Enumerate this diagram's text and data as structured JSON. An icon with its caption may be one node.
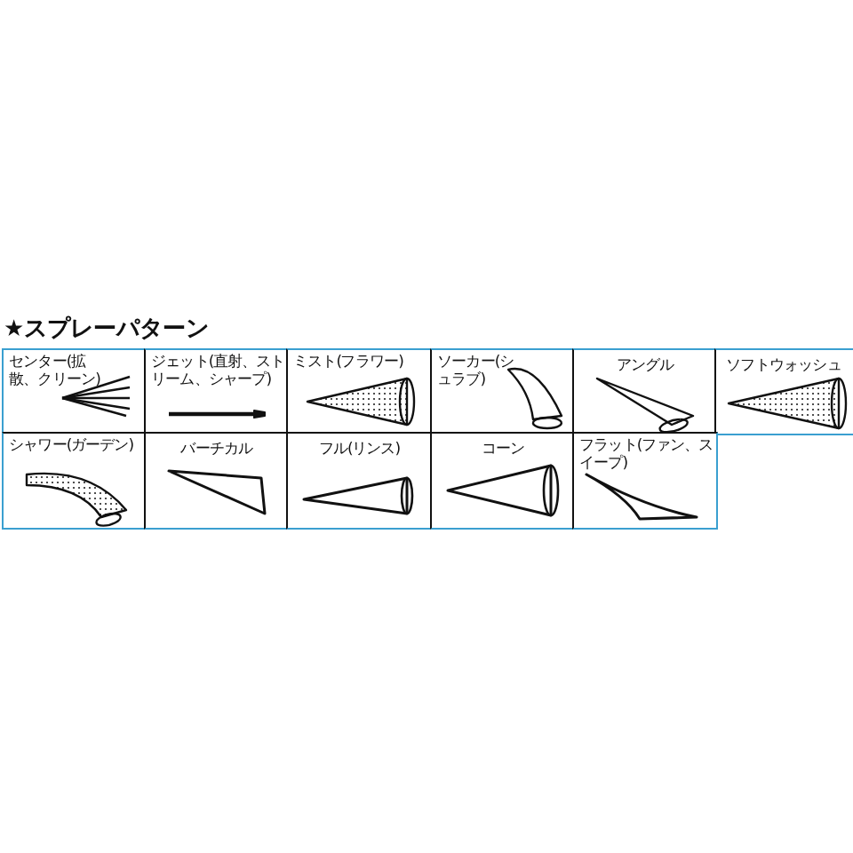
{
  "diagram": {
    "title": "★スプレーパターン",
    "nodes": [
      {
        "text": [
          "センター(拡散、クリーン)"
        ]
      },
      {
        "text": [
          "ジェット(直射、ストリーム、シャープ)"
        ]
      },
      {
        "text": [
          "ミスト(フラワー)"
        ]
      },
      {
        "text": [
          "ソーカー(シュラブ)"
        ]
      },
      {
        "text": [
          "アングル"
        ]
      },
      {
        "text": [
          "ソフトウォッシュ"
        ]
      },
      {
        "text": [
          "シャワー(ガーデン)"
        ]
      },
      {
        "text": [
          "バーチカル"
        ]
      },
      {
        "text": [
          "フル(リンス)"
        ]
      },
      {
        "text": [
          "コーン"
        ]
      },
      {
        "text": [
          "フラット(ファン、スイープ)"
        ]
      }
    ]
  }
}
